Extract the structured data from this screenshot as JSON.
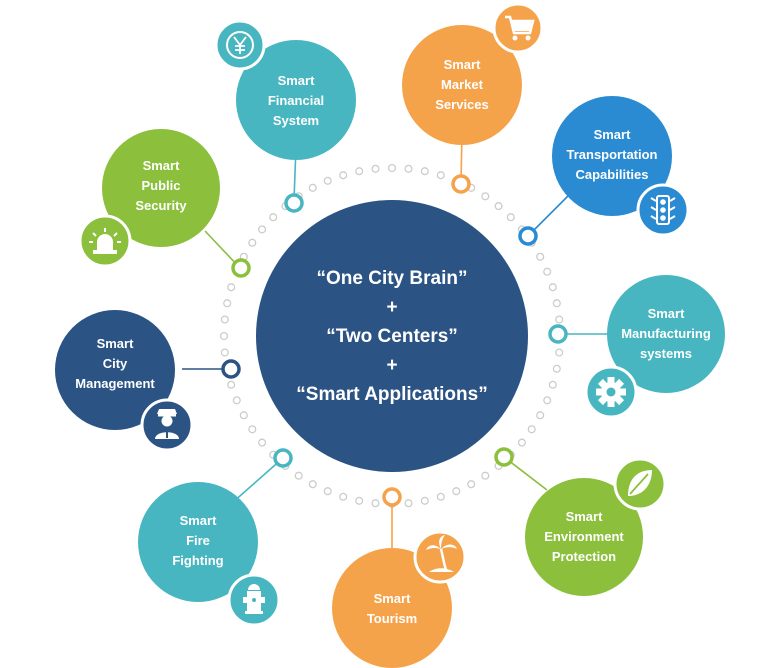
{
  "center": {
    "line1": "“One City Brain”",
    "plus1": "+",
    "line2": "“Two Centers”",
    "plus2": "+",
    "line3": "“Smart Applications”"
  },
  "colors": {
    "center": "#2b5384",
    "teal": "#48b6c0",
    "orange": "#f5a34a",
    "blue": "#2a8bd3",
    "green": "#8bbf3c",
    "navy": "#2b5384",
    "ring_dots": "#cccccc"
  },
  "nodes": [
    {
      "id": "financial",
      "label": "Smart\nFinancial\nSystem",
      "color": "#48b6c0",
      "icon": "yen-icon"
    },
    {
      "id": "market",
      "label": "Smart\nMarket\nServices",
      "color": "#f5a34a",
      "icon": "shopping-cart-icon"
    },
    {
      "id": "transportation",
      "label": "Smart\nTransportation\nCapabilities",
      "color": "#2a8bd3",
      "icon": "traffic-light-icon"
    },
    {
      "id": "manufacturing",
      "label": "Smart\nManufacturing\nsystems",
      "color": "#48b6c0",
      "icon": "gear-icon"
    },
    {
      "id": "environment",
      "label": "Smart\nEnvironment\nProtection",
      "color": "#8bbf3c",
      "icon": "leaf-icon"
    },
    {
      "id": "tourism",
      "label": "Smart\nTourism",
      "color": "#f5a34a",
      "icon": "palm-tree-icon"
    },
    {
      "id": "firefighting",
      "label": "Smart\nFire\nFighting",
      "color": "#48b6c0",
      "icon": "fire-hydrant-icon"
    },
    {
      "id": "city",
      "label": "Smart\nCity\nManagement",
      "color": "#2b5384",
      "icon": "police-officer-icon"
    },
    {
      "id": "security",
      "label": "Smart\nPublic\nSecurity",
      "color": "#8bbf3c",
      "icon": "siren-icon"
    }
  ]
}
